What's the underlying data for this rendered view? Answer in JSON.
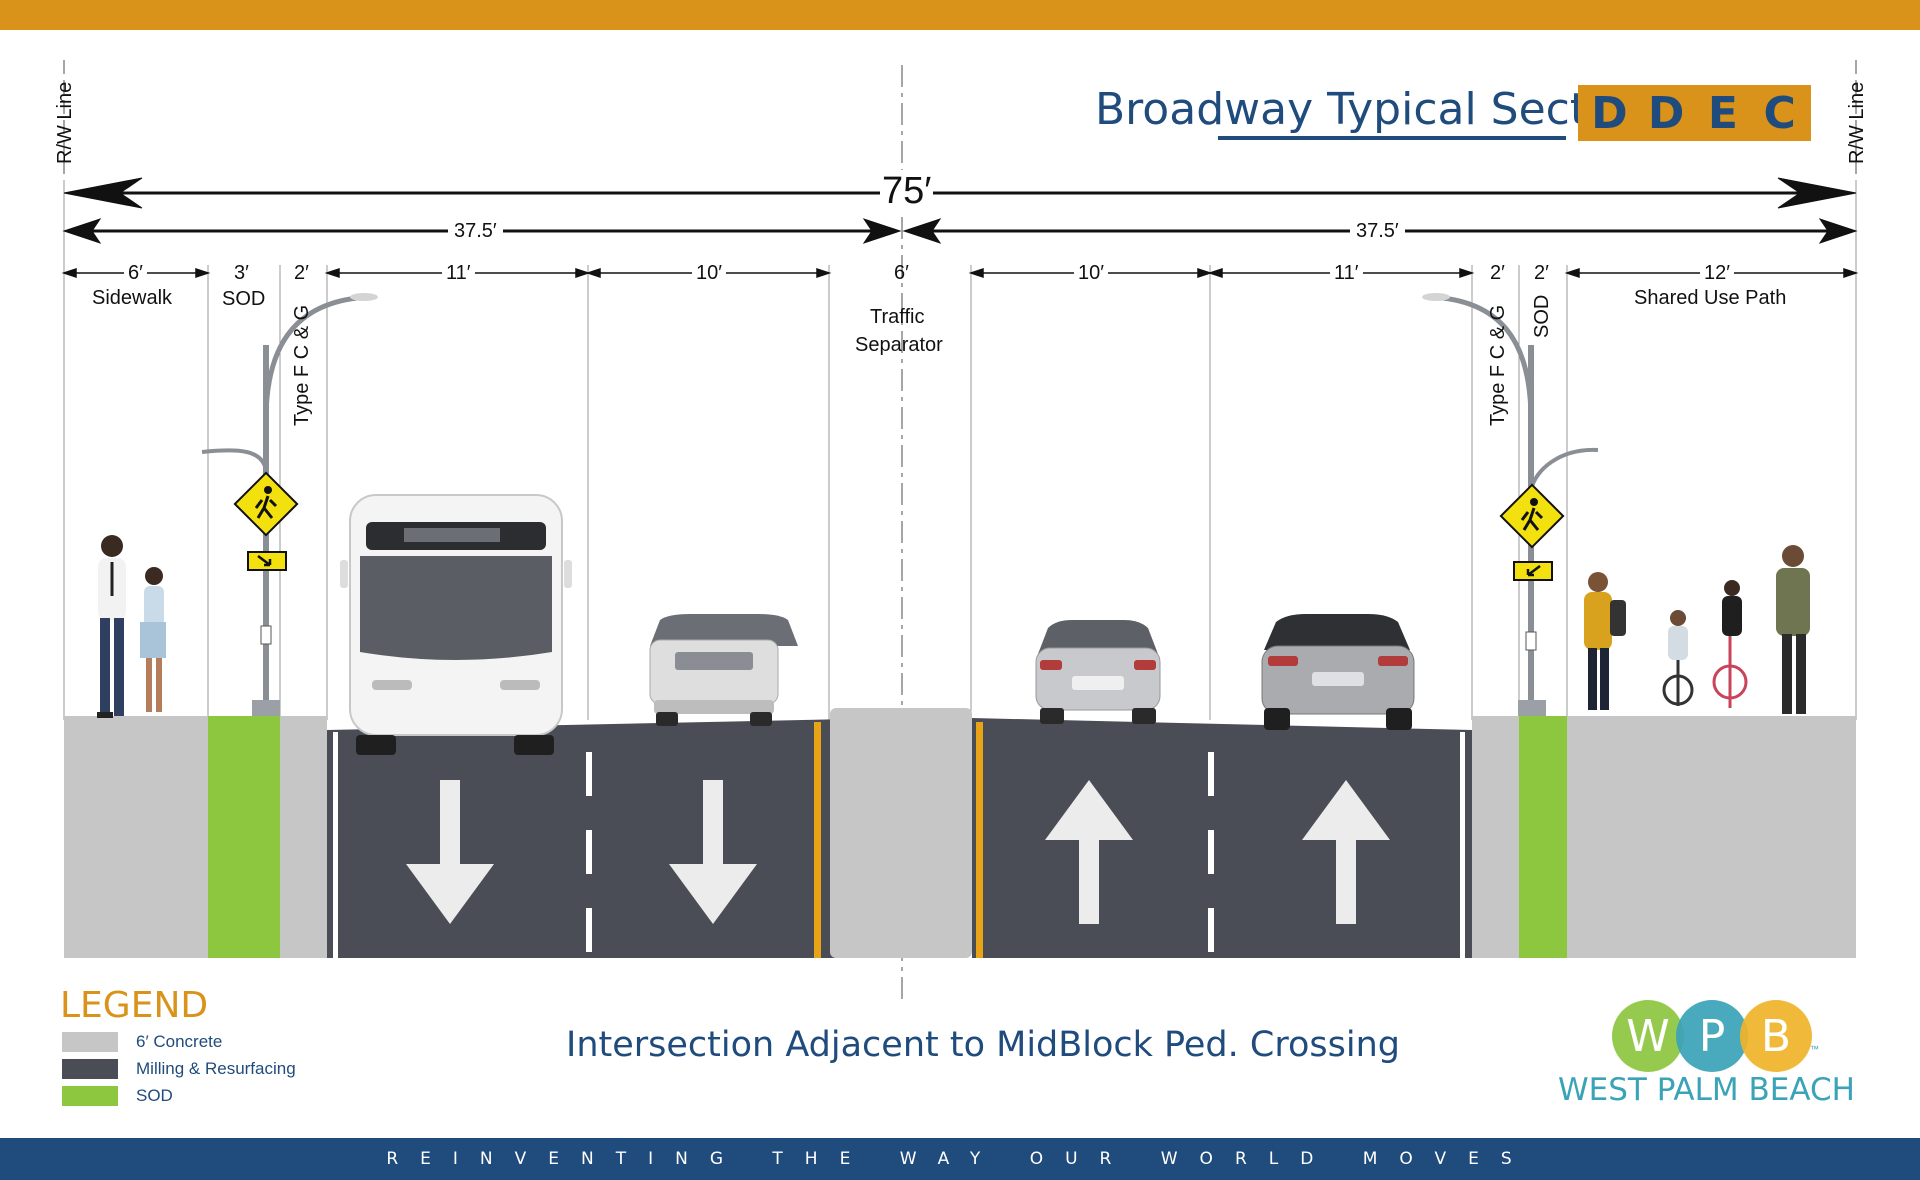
{
  "header": {
    "title": "Broadway Typical Section",
    "logo_letters": [
      "D",
      "D",
      "E",
      "C"
    ]
  },
  "rw_line": {
    "left": "R/W Line",
    "right": "R/W Line"
  },
  "dimensions": {
    "total": "75′",
    "half_left": "37.5′",
    "half_right": "37.5′",
    "segments": [
      "6′",
      "3′",
      "2′",
      "11′",
      "10′",
      "6′",
      "10′",
      "11′",
      "2′",
      "2′",
      "12′"
    ]
  },
  "labels": {
    "sidewalk": "Sidewalk",
    "sod_left": "SOD",
    "curb_left": "Type F C & G",
    "separator_line1": "Traffic",
    "separator_line2": "Separator",
    "curb_right": "Type F C & G",
    "sod_right": "SOD",
    "shared_use_path": "Shared Use Path"
  },
  "lane_arrows": [
    "down",
    "down",
    "up",
    "up"
  ],
  "legend": {
    "title": "LEGEND",
    "items": [
      {
        "label": "6′ Concrete",
        "color": "#c6c6c6"
      },
      {
        "label": "Milling & Resurfacing",
        "color": "#4a4d55"
      },
      {
        "label": "SOD",
        "color": "#8dc63f"
      }
    ]
  },
  "subtitle": "Intersection Adjacent to MidBlock Ped. Crossing",
  "brand": {
    "letters": [
      "W",
      "P",
      "B"
    ],
    "colors": [
      "#8dc63f",
      "#3aa3b8",
      "#f0b429"
    ],
    "name": "WEST PALM BEACH",
    "mark": "™"
  },
  "footer": {
    "tagline": "REINVENTING THE WAY OUR WORLD MOVES"
  },
  "colors": {
    "accent_gold": "#d9921a",
    "navy": "#1f4b7d",
    "concrete": "#c6c6c6",
    "asphalt": "#4a4d55",
    "sod": "#8dc63f",
    "yellow_line": "#e8a317"
  }
}
